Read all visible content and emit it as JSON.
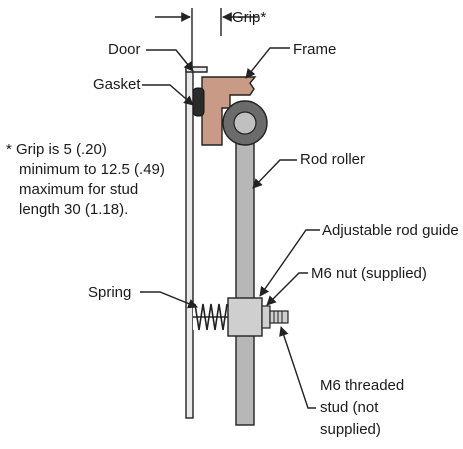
{
  "labels": {
    "grip": "Grip*",
    "door": "Door",
    "frame": "Frame",
    "gasket": "Gasket",
    "rod_roller": "Rod roller",
    "adjustable_rod_guide": "Adjustable rod guide",
    "m6_nut": "M6 nut (supplied)",
    "spring": "Spring",
    "stud_line1": "M6 threaded",
    "stud_line2": "stud (not",
    "stud_line3": "supplied)"
  },
  "note": {
    "line1": "* Grip is 5 (.20)",
    "line2": "minimum to 12.5 (.49)",
    "line3": "maximum for stud",
    "line4": "length 30 (1.18)."
  },
  "colors": {
    "frame": "#c99a86",
    "gasket": "#2a2a2a",
    "rod": "#b7b7b7",
    "door": "#e8e8e8",
    "guide": "#cfcfcf",
    "outline": "#222222"
  }
}
